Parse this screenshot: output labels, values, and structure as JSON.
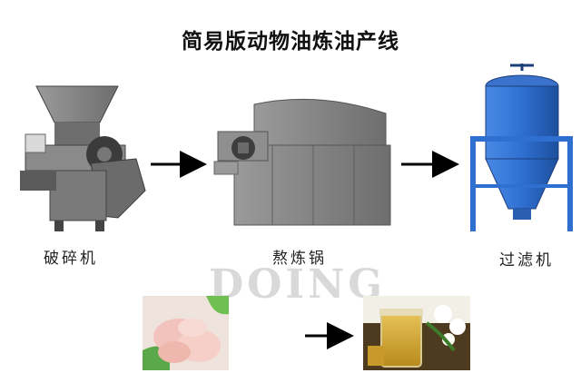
{
  "title": "简易版动物油炼油产线",
  "stages": [
    {
      "label": "破碎机",
      "icon": "crusher-machine-icon"
    },
    {
      "label": "熬炼锅",
      "icon": "rendering-pot-icon"
    },
    {
      "label": "过滤机",
      "icon": "filter-press-icon"
    }
  ],
  "products": [
    {
      "icon": "raw-animal-fat-photo-icon"
    },
    {
      "icon": "refined-oil-jar-photo-icon"
    }
  ],
  "watermark": "DOING",
  "colors": {
    "machine_gray": "#7c7c7c",
    "machine_dark": "#4a4a4a",
    "filter_blue": "#2f6fd0",
    "arrow": "#000000"
  }
}
